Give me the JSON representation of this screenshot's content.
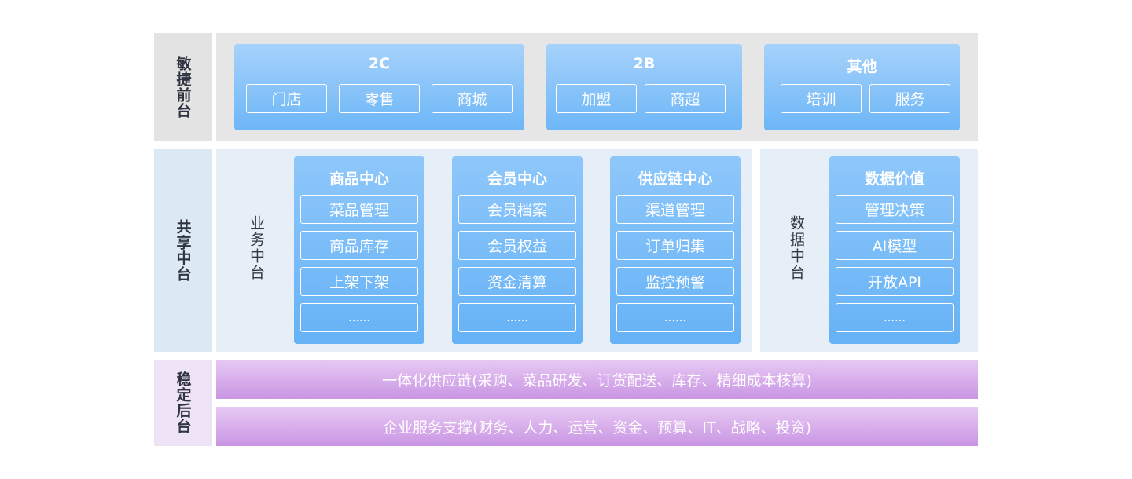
{
  "layers": {
    "front": {
      "label": "敏捷前台"
    },
    "middle": {
      "label": "共享中台"
    },
    "back": {
      "label": "稳定后台"
    }
  },
  "front_groups": [
    {
      "title": "2C",
      "items": [
        "门店",
        "零售",
        "商城"
      ]
    },
    {
      "title": "2B",
      "items": [
        "加盟",
        "商超"
      ]
    },
    {
      "title": "其他",
      "items": [
        "培训",
        "服务"
      ]
    }
  ],
  "business_platform": {
    "label": "业务中台",
    "columns": [
      {
        "title": "商品中心",
        "items": [
          "菜品管理",
          "商品库存",
          "上架下架",
          "……"
        ]
      },
      {
        "title": "会员中心",
        "items": [
          "会员档案",
          "会员权益",
          "资金清算",
          "……"
        ]
      },
      {
        "title": "供应链中心",
        "items": [
          "渠道管理",
          "订单归集",
          "监控预警",
          "……"
        ]
      }
    ]
  },
  "data_platform": {
    "label": "数据中台",
    "column": {
      "title": "数据价值",
      "items": [
        "管理决策",
        "AI模型",
        "开放API",
        "……"
      ]
    }
  },
  "back_bars": [
    "一体化供应链(采购、菜品研发、订货配送、库存、精细成本核算)",
    "企业服务支撑(财务、人力、运营、资金、预算、IT、战略、投资)"
  ],
  "colors": {
    "front_bg": "#e6e6e6",
    "middle_bg": "#e6eef8",
    "back_label_bg": "#ede3f5",
    "blue_card": "#6db6f7",
    "purple_bar": "#c995e3"
  }
}
